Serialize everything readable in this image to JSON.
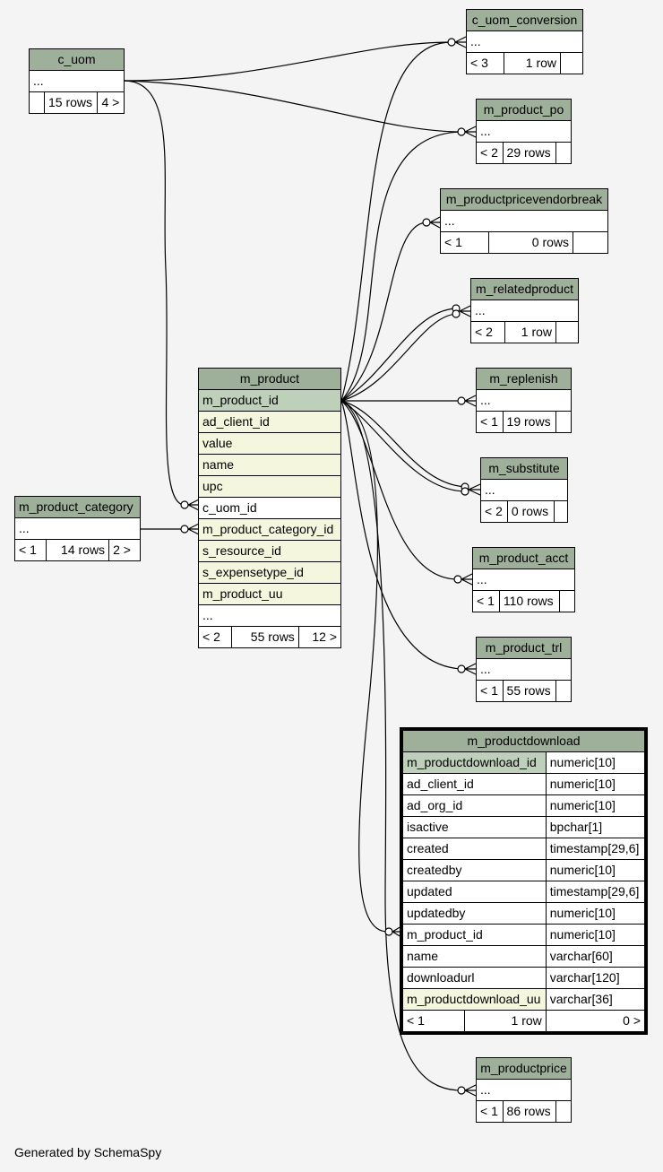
{
  "footer": "Generated by SchemaSpy",
  "tables": {
    "c_uom": {
      "name": "c_uom",
      "ellipsis": "...",
      "rows": "15 rows",
      "children": "4 >"
    },
    "c_uom_conversion": {
      "name": "c_uom_conversion",
      "ellipsis": "...",
      "parents": "< 3",
      "rows": "1 row"
    },
    "m_product_po": {
      "name": "m_product_po",
      "ellipsis": "...",
      "parents": "< 2",
      "rows": "29 rows"
    },
    "m_productpricevendorbreak": {
      "name": "m_productpricevendorbreak",
      "ellipsis": "...",
      "parents": "< 1",
      "rows": "0 rows"
    },
    "m_relatedproduct": {
      "name": "m_relatedproduct",
      "ellipsis": "...",
      "parents": "< 2",
      "rows": "1 row"
    },
    "m_replenish": {
      "name": "m_replenish",
      "ellipsis": "...",
      "parents": "< 1",
      "rows": "19 rows"
    },
    "m_substitute": {
      "name": "m_substitute",
      "ellipsis": "...",
      "parents": "< 2",
      "rows": "0 rows"
    },
    "m_product_acct": {
      "name": "m_product_acct",
      "ellipsis": "...",
      "parents": "< 1",
      "rows": "110 rows"
    },
    "m_product_trl": {
      "name": "m_product_trl",
      "ellipsis": "...",
      "parents": "< 1",
      "rows": "55 rows"
    },
    "m_productprice": {
      "name": "m_productprice",
      "ellipsis": "...",
      "parents": "< 1",
      "rows": "86 rows"
    },
    "m_product_category": {
      "name": "m_product_category",
      "ellipsis": "...",
      "parents": "< 1",
      "rows": "14 rows",
      "children": "2 >"
    },
    "m_product": {
      "name": "m_product",
      "columns": [
        "m_product_id",
        "ad_client_id",
        "value",
        "name",
        "upc",
        "c_uom_id",
        "m_product_category_id",
        "s_resource_id",
        "s_expensetype_id",
        "m_product_uu"
      ],
      "ellipsis": "...",
      "parents": "< 2",
      "rows": "55 rows",
      "children": "12 >"
    },
    "m_productdownload": {
      "name": "m_productdownload",
      "columns": [
        {
          "name": "m_productdownload_id",
          "type": "numeric[10]"
        },
        {
          "name": "ad_client_id",
          "type": "numeric[10]"
        },
        {
          "name": "ad_org_id",
          "type": "numeric[10]"
        },
        {
          "name": "isactive",
          "type": "bpchar[1]"
        },
        {
          "name": "created",
          "type": "timestamp[29,6]"
        },
        {
          "name": "createdby",
          "type": "numeric[10]"
        },
        {
          "name": "updated",
          "type": "timestamp[29,6]"
        },
        {
          "name": "updatedby",
          "type": "numeric[10]"
        },
        {
          "name": "m_product_id",
          "type": "numeric[10]"
        },
        {
          "name": "name",
          "type": "varchar[60]"
        },
        {
          "name": "downloadurl",
          "type": "varchar[120]"
        },
        {
          "name": "m_productdownload_uu",
          "type": "varchar[36]"
        }
      ],
      "parents": "< 1",
      "rows": "1 row",
      "children": "0 >"
    }
  }
}
